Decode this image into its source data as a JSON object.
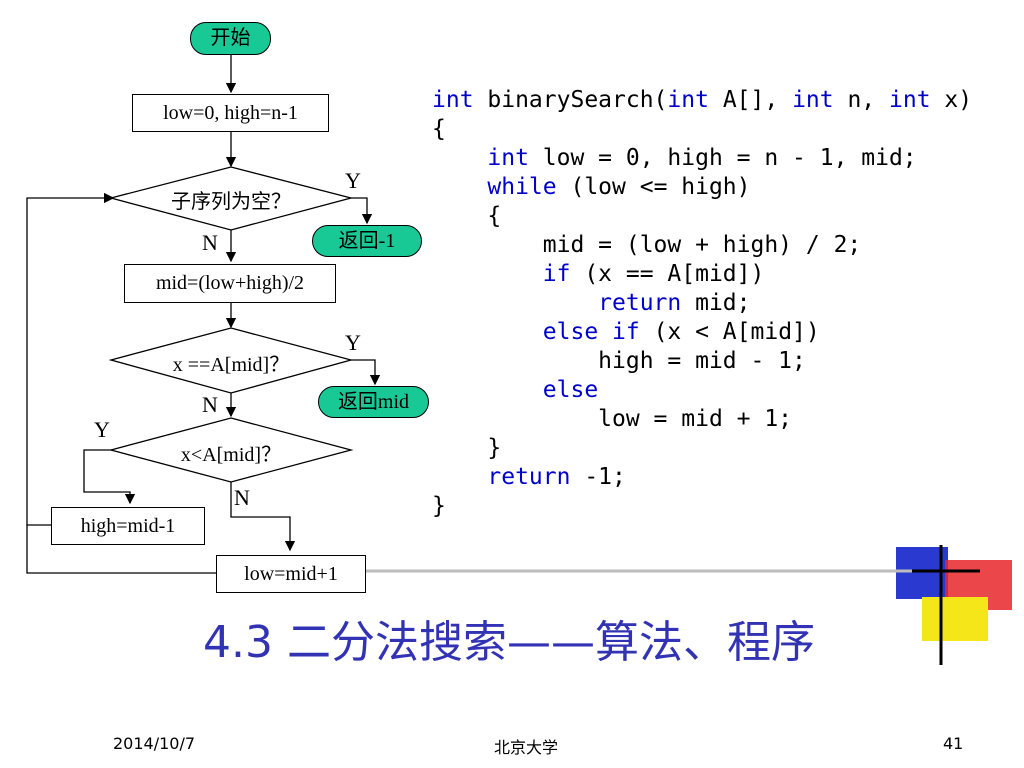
{
  "flowchart": {
    "start": "开始",
    "init": "low=0, high=n-1",
    "cond_empty": "子序列为空？",
    "ret_fail": "返回-1",
    "mid_calc": "mid=(low+high)/2",
    "cond_equal": "x ==A[mid]？",
    "ret_mid": "返回mid",
    "cond_less": "x<A[mid]？",
    "set_high": "high=mid-1",
    "set_low": "low=mid+1",
    "label_y1": "Y",
    "label_n1": "N",
    "label_y2": "Y",
    "label_n2": "N",
    "label_y3": "Y",
    "label_n3": "N"
  },
  "code": {
    "line1_kw1": "int",
    "line1_a": " binarySearch(",
    "line1_kw2": "int",
    "line1_b": " A[], ",
    "line1_kw3": "int",
    "line1_c": " n, ",
    "line1_kw4": "int",
    "line1_d": " x)",
    "line2": "{",
    "line3_kw": "int",
    "line3_rest": " low = 0, high = n - 1, mid;",
    "line4_kw": "while",
    "line4_rest": " (low <= high)",
    "line5": "{",
    "line6": "mid = (low + high) / 2;",
    "line7_kw": "if",
    "line7_rest": " (x == A[mid])",
    "line8_kw": "return",
    "line8_rest": " mid;",
    "line9_kw": "else if",
    "line9_rest": " (x < A[mid])",
    "line10": "high = mid - 1;",
    "line11_kw": "else",
    "line12": "low = mid + 1;",
    "line13": "}",
    "line14_kw": "return",
    "line14_rest": " -1;",
    "line15": "}"
  },
  "title": "4.3 二分法搜索——算法、程序",
  "footer": {
    "date": "2014/10/7",
    "org": "北京大学",
    "page": "41"
  },
  "colors": {
    "terminal_fill": "#19c995",
    "title": "#3232b4",
    "keyword": "#0000cc"
  }
}
